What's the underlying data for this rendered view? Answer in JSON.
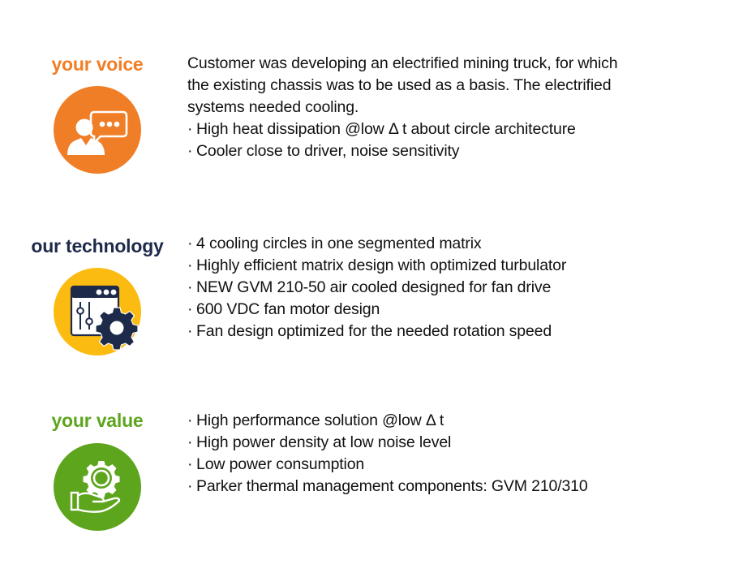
{
  "sections": [
    {
      "title": "your voice",
      "title_color": "#f07e26",
      "icon": "speech-bubble-person-icon",
      "icon_bg": "#f07e26",
      "intro": [
        "Customer was developing an electrified mining truck, for which",
        "the existing chassis was to be used as a basis. The electrified",
        "systems needed cooling."
      ],
      "bullets": [
        "High heat dissipation  @low Δ t about circle architecture",
        "Cooler close to driver, noise sensitivity"
      ]
    },
    {
      "title": "our technology",
      "title_color": "#1e2a4a",
      "icon": "settings-window-gear-icon",
      "icon_bg": "#fbbb10",
      "bullets": [
        "4 cooling circles in one segmented matrix",
        "Highly efficient matrix design with optimized turbulator",
        "NEW GVM 210-50 air cooled designed for fan drive",
        "600 VDC fan motor design",
        "Fan design optimized for the needed rotation speed"
      ]
    },
    {
      "title": "your value",
      "title_color": "#5ea51e",
      "icon": "hand-holding-gear-icon",
      "icon_bg": "#5ea51e",
      "bullets": [
        "High performance solution @low Δ t",
        "High power density at low noise level",
        "Low power consumption",
        "Parker thermal management components: GVM 210/310"
      ]
    }
  ],
  "bullet_glyph": "·"
}
